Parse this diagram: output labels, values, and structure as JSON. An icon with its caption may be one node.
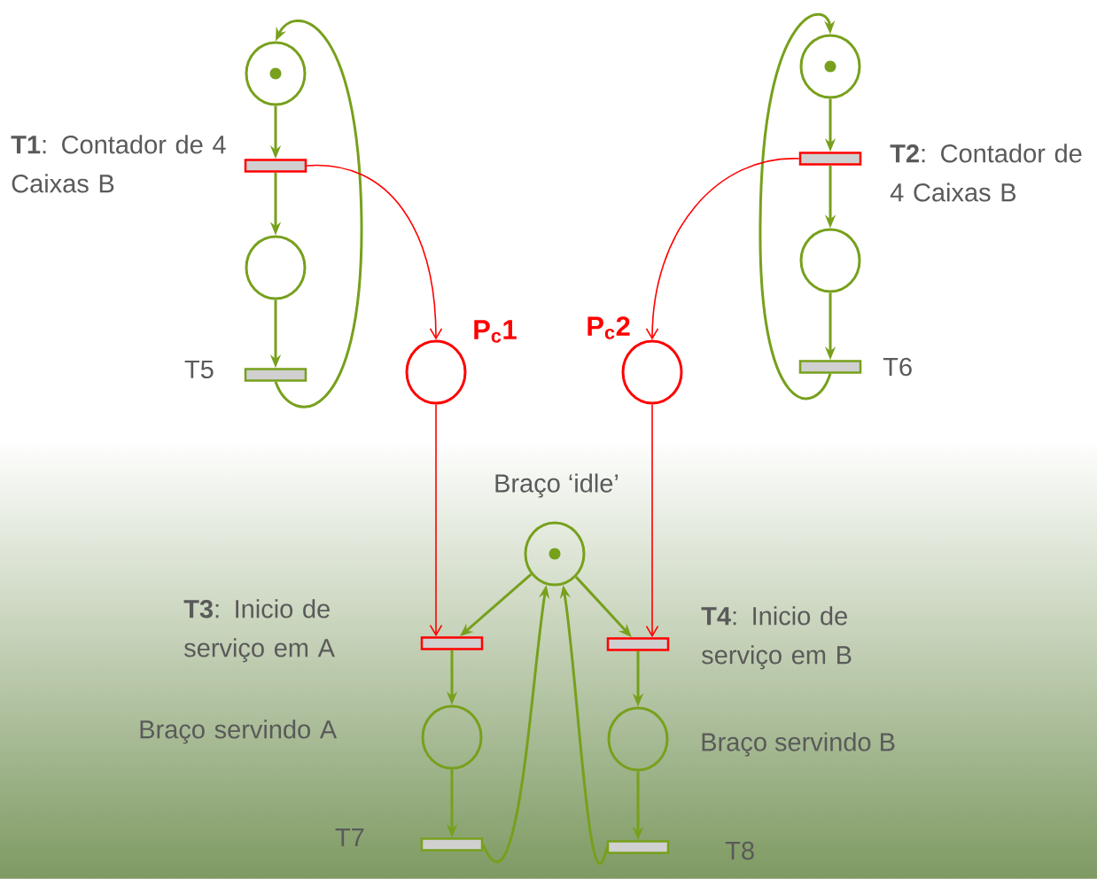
{
  "diagram": {
    "nodes": [
      {
        "text": [],
        "shape": "circle"
      },
      {
        "text": [],
        "shape": "bar",
        "beside": [
          "**T1**: Contador de 4 Caixas B"
        ]
      },
      {
        "text": [],
        "shape": "circle"
      },
      {
        "text": [],
        "shape": "bar",
        "beside": [
          "T5"
        ]
      },
      {
        "text": [],
        "shape": "circle"
      },
      {
        "text": [],
        "shape": "bar",
        "beside": [
          "**T2**: Contador de 4 Caixas B"
        ]
      },
      {
        "text": [],
        "shape": "circle"
      },
      {
        "text": [],
        "shape": "bar",
        "beside": [
          "T6"
        ]
      },
      {
        "text": [],
        "shape": "circle",
        "beside": [
          "P$_{c}$1"
        ]
      },
      {
        "text": [],
        "shape": "circle",
        "beside": [
          "P$_{c}$2"
        ]
      },
      {
        "text": [],
        "shape": "circle",
        "beside": [
          "Braço ‘idle’"
        ]
      },
      {
        "text": [],
        "shape": "bar",
        "beside": [
          "**T3**: Inicio de serviço em A"
        ]
      },
      {
        "text": [],
        "shape": "bar",
        "beside": [
          "**T4**: Inicio de serviço em B"
        ]
      },
      {
        "text": [],
        "shape": "circle",
        "beside": [
          "Braço servindo A"
        ]
      },
      {
        "text": [],
        "shape": "circle",
        "beside": [
          "Braço servindo B"
        ]
      },
      {
        "text": [],
        "shape": "bar",
        "beside": [
          "T7"
        ]
      },
      {
        "text": [],
        "shape": "bar",
        "beside": [
          "T8"
        ]
      }
    ],
    "edges": [
      {
        "from": 0,
        "to": 1,
        "arrow": "to"
      },
      {
        "from": 1,
        "to": 2,
        "arrow": "to"
      },
      {
        "from": 2,
        "to": 3,
        "arrow": "to"
      },
      {
        "from": 3,
        "to": 0,
        "arrow": "to"
      },
      {
        "from": 4,
        "to": 5,
        "arrow": "to"
      },
      {
        "from": 5,
        "to": 6,
        "arrow": "to"
      },
      {
        "from": 6,
        "to": 7,
        "arrow": "to"
      },
      {
        "from": 7,
        "to": 4,
        "arrow": "to"
      },
      {
        "from": 1,
        "to": 8,
        "arrow": "to",
        "color": "#ff0000"
      },
      {
        "from": 5,
        "to": 9,
        "arrow": "to",
        "color": "#ff0000"
      },
      {
        "from": 8,
        "to": 11,
        "arrow": "to",
        "color": "#ff0000"
      },
      {
        "from": 9,
        "to": 12,
        "arrow": "to",
        "color": "#ff0000"
      },
      {
        "from": 10,
        "to": 11,
        "arrow": "to"
      },
      {
        "from": 10,
        "to": 12,
        "arrow": "to"
      },
      {
        "from": 11,
        "to": 13,
        "arrow": "to"
      },
      {
        "from": 12,
        "to": 14,
        "arrow": "to"
      },
      {
        "from": 13,
        "to": 15,
        "arrow": "to"
      },
      {
        "from": 14,
        "to": 16,
        "arrow": "to"
      },
      {
        "from": 15,
        "to": 10,
        "arrow": "to"
      },
      {
        "from": 16,
        "to": 10,
        "arrow": "to"
      }
    ]
  }
}
